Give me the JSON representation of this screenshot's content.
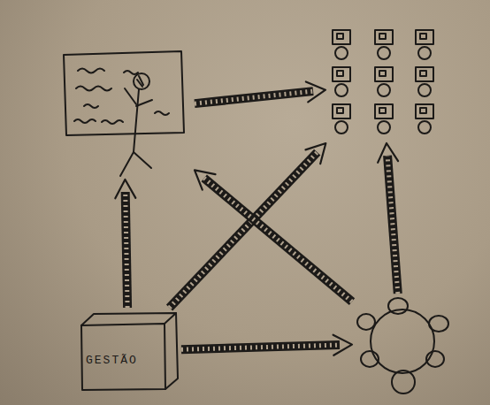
{
  "diagram": {
    "nodes": [
      {
        "text": []
      },
      {
        "text": []
      },
      {
        "text": [
          "GESTÃO"
        ]
      },
      {
        "text": []
      }
    ],
    "edges": [
      {
        "from": 0,
        "to": 1,
        "arrow": "to"
      },
      {
        "from": 2,
        "to": 0,
        "arrow": "to"
      },
      {
        "from": 2,
        "to": 3,
        "arrow": "to"
      },
      {
        "from": 3,
        "to": 1,
        "arrow": "to"
      },
      {
        "from": 2,
        "to": 1,
        "arrow": "to"
      },
      {
        "from": 3,
        "to": 0,
        "arrow": "to"
      }
    ]
  }
}
